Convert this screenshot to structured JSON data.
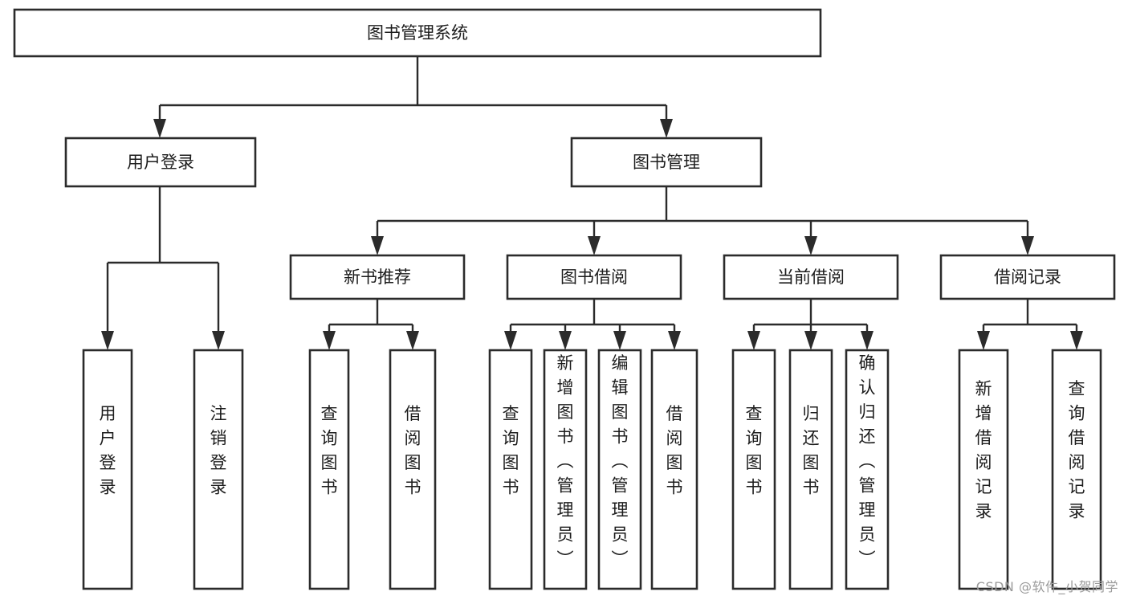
{
  "diagram": {
    "type": "tree",
    "title": "图书管理系统",
    "orientation": "top-down",
    "watermark": "CSDN @软件_小贺同学",
    "colors": {
      "box_fill": "#ffffff",
      "box_stroke": "#2b2b2b",
      "connector": "#2b2b2b",
      "text": "#1c1c1c",
      "watermark": "#9a9a9a"
    },
    "nodes": {
      "root": {
        "label": "图书管理系统",
        "level": 0,
        "orientation": "horizontal"
      },
      "l1_0": {
        "label": "用户登录",
        "level": 1,
        "orientation": "horizontal"
      },
      "l1_1": {
        "label": "图书管理",
        "level": 1,
        "orientation": "horizontal"
      },
      "l2_0": {
        "label": "新书推荐",
        "level": 2,
        "orientation": "horizontal"
      },
      "l2_1": {
        "label": "图书借阅",
        "level": 2,
        "orientation": "horizontal"
      },
      "l2_2": {
        "label": "当前借阅",
        "level": 2,
        "orientation": "horizontal"
      },
      "l2_3": {
        "label": "借阅记录",
        "level": 2,
        "orientation": "horizontal"
      },
      "leaf_0": {
        "label": "用户登录",
        "level": 3,
        "orientation": "vertical",
        "parent": "用户登录"
      },
      "leaf_1": {
        "label": "注销登录",
        "level": 3,
        "orientation": "vertical",
        "parent": "用户登录"
      },
      "leaf_2": {
        "label": "查询图书",
        "level": 3,
        "orientation": "vertical",
        "parent": "新书推荐"
      },
      "leaf_3": {
        "label": "借阅图书",
        "level": 3,
        "orientation": "vertical",
        "parent": "新书推荐"
      },
      "leaf_4": {
        "label": "查询图书",
        "level": 3,
        "orientation": "vertical",
        "parent": "图书借阅"
      },
      "leaf_5": {
        "label": "新增图书（管理员）",
        "level": 3,
        "orientation": "vertical",
        "parent": "图书借阅"
      },
      "leaf_6": {
        "label": "编辑图书（管理员）",
        "level": 3,
        "orientation": "vertical",
        "parent": "图书借阅"
      },
      "leaf_7": {
        "label": "借阅图书",
        "level": 3,
        "orientation": "vertical",
        "parent": "图书借阅"
      },
      "leaf_8": {
        "label": "查询图书",
        "level": 3,
        "orientation": "vertical",
        "parent": "当前借阅"
      },
      "leaf_9": {
        "label": "归还图书",
        "level": 3,
        "orientation": "vertical",
        "parent": "当前借阅"
      },
      "leaf_10": {
        "label": "确认归还（管理员）",
        "level": 3,
        "orientation": "vertical",
        "parent": "当前借阅"
      },
      "leaf_11": {
        "label": "新增借阅记录",
        "level": 3,
        "orientation": "vertical",
        "parent": "借阅记录"
      },
      "leaf_12": {
        "label": "查询借阅记录",
        "level": 3,
        "orientation": "vertical",
        "parent": "借阅记录"
      }
    },
    "edges": [
      {
        "from": "图书管理系统",
        "to": "用户登录"
      },
      {
        "from": "图书管理系统",
        "to": "图书管理"
      },
      {
        "from": "图书管理",
        "to": "新书推荐"
      },
      {
        "from": "图书管理",
        "to": "图书借阅"
      },
      {
        "from": "图书管理",
        "to": "当前借阅"
      },
      {
        "from": "图书管理",
        "to": "借阅记录"
      },
      {
        "from": "用户登录",
        "to": "用户登录"
      },
      {
        "from": "用户登录",
        "to": "注销登录"
      },
      {
        "from": "新书推荐",
        "to": "查询图书"
      },
      {
        "from": "新书推荐",
        "to": "借阅图书"
      },
      {
        "from": "图书借阅",
        "to": "查询图书"
      },
      {
        "from": "图书借阅",
        "to": "新增图书（管理员）"
      },
      {
        "from": "图书借阅",
        "to": "编辑图书（管理员）"
      },
      {
        "from": "图书借阅",
        "to": "借阅图书"
      },
      {
        "from": "当前借阅",
        "to": "查询图书"
      },
      {
        "from": "当前借阅",
        "to": "归还图书"
      },
      {
        "from": "当前借阅",
        "to": "确认归还（管理员）"
      },
      {
        "from": "借阅记录",
        "to": "新增借阅记录"
      },
      {
        "from": "借阅记录",
        "to": "查询借阅记录"
      }
    ]
  }
}
